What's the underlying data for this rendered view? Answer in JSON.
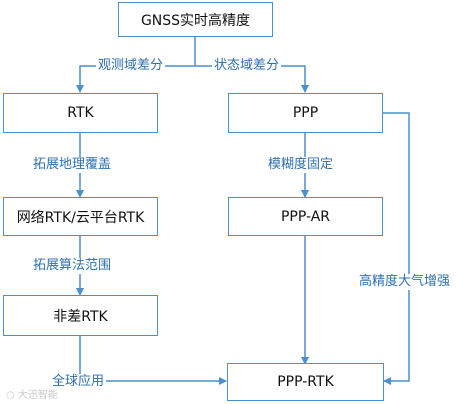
{
  "colors": {
    "line": "#4a8fd0",
    "label": "#2f6fb0",
    "node_border": "#4a8fd0"
  },
  "nodes": {
    "gnss": "GNSS实时高精度",
    "rtk": "RTK",
    "ppp": "PPP",
    "network_rtk": "网络RTK/云平台RTK",
    "ppp_ar": "PPP-AR",
    "nondiff_rtk": "非差RTK",
    "ppp_rtk": "PPP-RTK"
  },
  "edges": {
    "observation_diff": "观测域差分",
    "state_diff": "状态域差分",
    "expand_geo": "拓展地理覆盖",
    "ambiguity_fix": "模糊度固定",
    "expand_algo": "拓展算法范围",
    "hp_atmos": "高精度大气增强",
    "global_app": "全球应用"
  },
  "watermark": "大迅智能"
}
